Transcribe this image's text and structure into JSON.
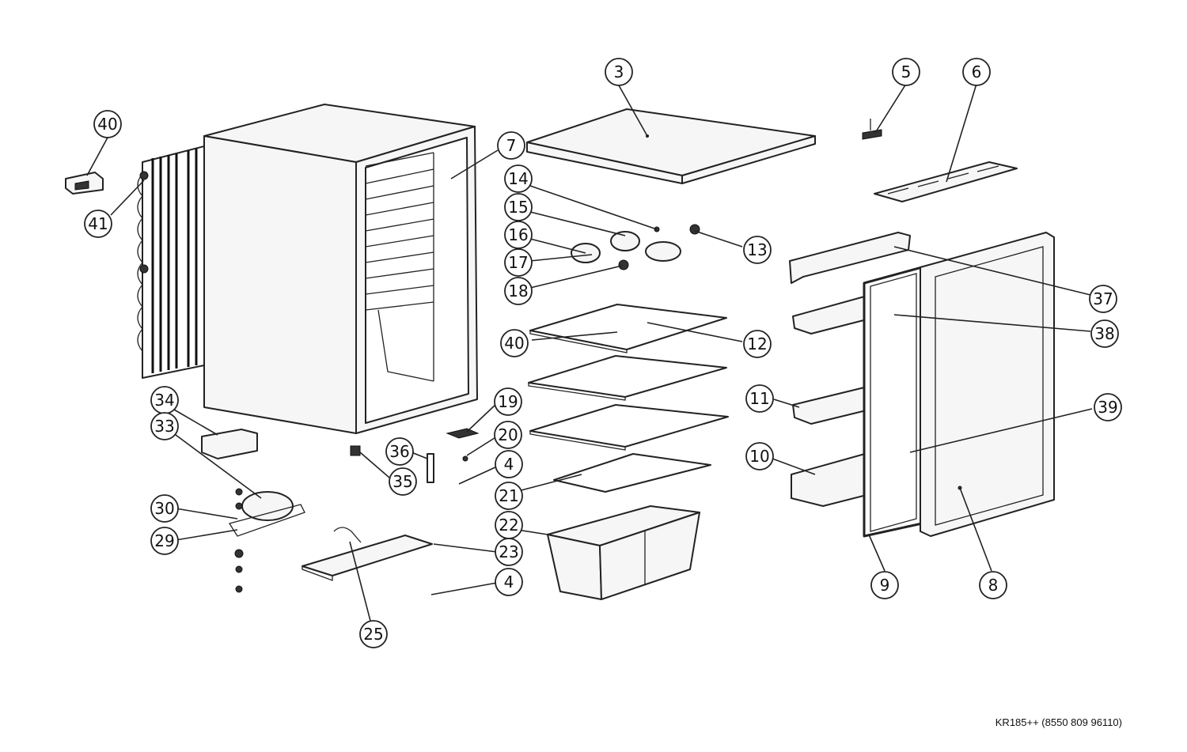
{
  "callouts": [
    "3",
    "5",
    "6",
    "40",
    "7",
    "14",
    "15",
    "16",
    "17",
    "18",
    "13",
    "41",
    "37",
    "38",
    "40",
    "12",
    "11",
    "39",
    "10",
    "34",
    "33",
    "19",
    "20",
    "36",
    "35",
    "4",
    "21",
    "22",
    "30",
    "29",
    "23",
    "4",
    "25",
    "9",
    "8"
  ],
  "model_code": "KR185++ (8550 809 96110)"
}
